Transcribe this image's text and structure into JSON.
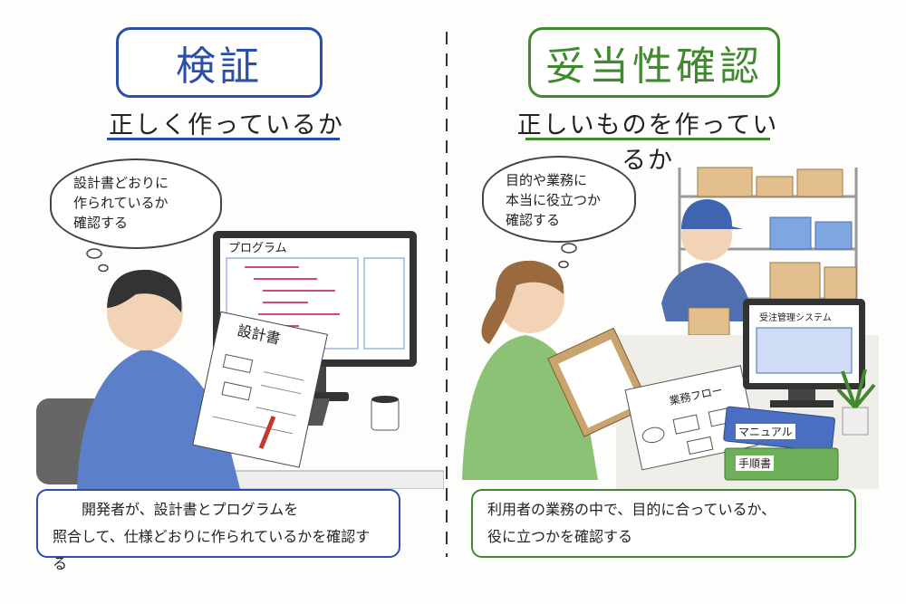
{
  "left": {
    "title": "検証",
    "subtitle": "正しく作っているか",
    "thought": [
      "設計書どおりに",
      "作られているか",
      "確認する"
    ],
    "monitor_label": "プログラム",
    "document_label": "設計書",
    "caption": [
      "開発者が、設計書とプログラムを",
      "照合して、仕様どおりに作られているかを確認する"
    ],
    "color": "#2a4fa8"
  },
  "right": {
    "title": "妥当性確認",
    "subtitle": "正しいものを作っているか",
    "thought": [
      "目的や業務に",
      "本当に役立つか",
      "確認する"
    ],
    "monitor_label": "受注管理システム",
    "flow_label": "業務フロー",
    "binder_labels": [
      "マニュアル",
      "手順書"
    ],
    "caption": [
      "利用者の業務の中で、目的に合っているか、",
      "役に立つかを確認する"
    ],
    "color": "#3f8a2e"
  }
}
